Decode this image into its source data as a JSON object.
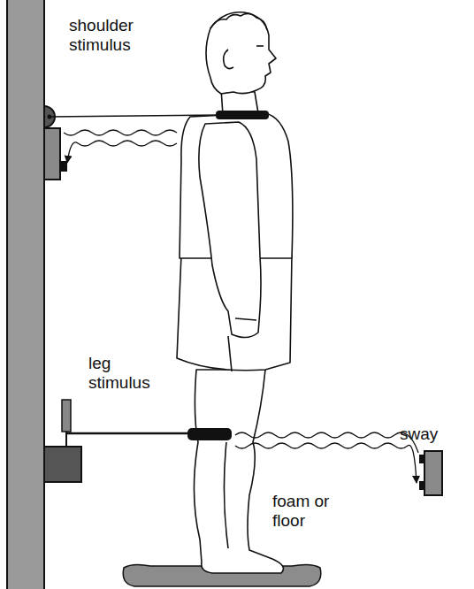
{
  "diagram": {
    "labels": [
      "shoulder stimulus",
      "leg stimulus",
      "sway",
      "foam or floor"
    ]
  }
}
